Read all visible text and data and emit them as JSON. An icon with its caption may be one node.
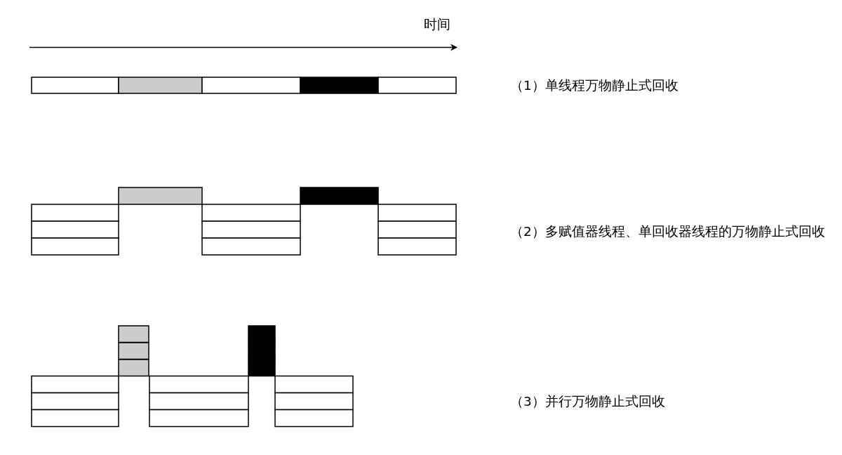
{
  "diagram": {
    "labels": [
      "时间",
      "（1）单线程万物静止式回收",
      "（2）多赋值器线程、单回收器线程的万物静止式回收",
      "（3）并行万物静止式回收"
    ]
  }
}
